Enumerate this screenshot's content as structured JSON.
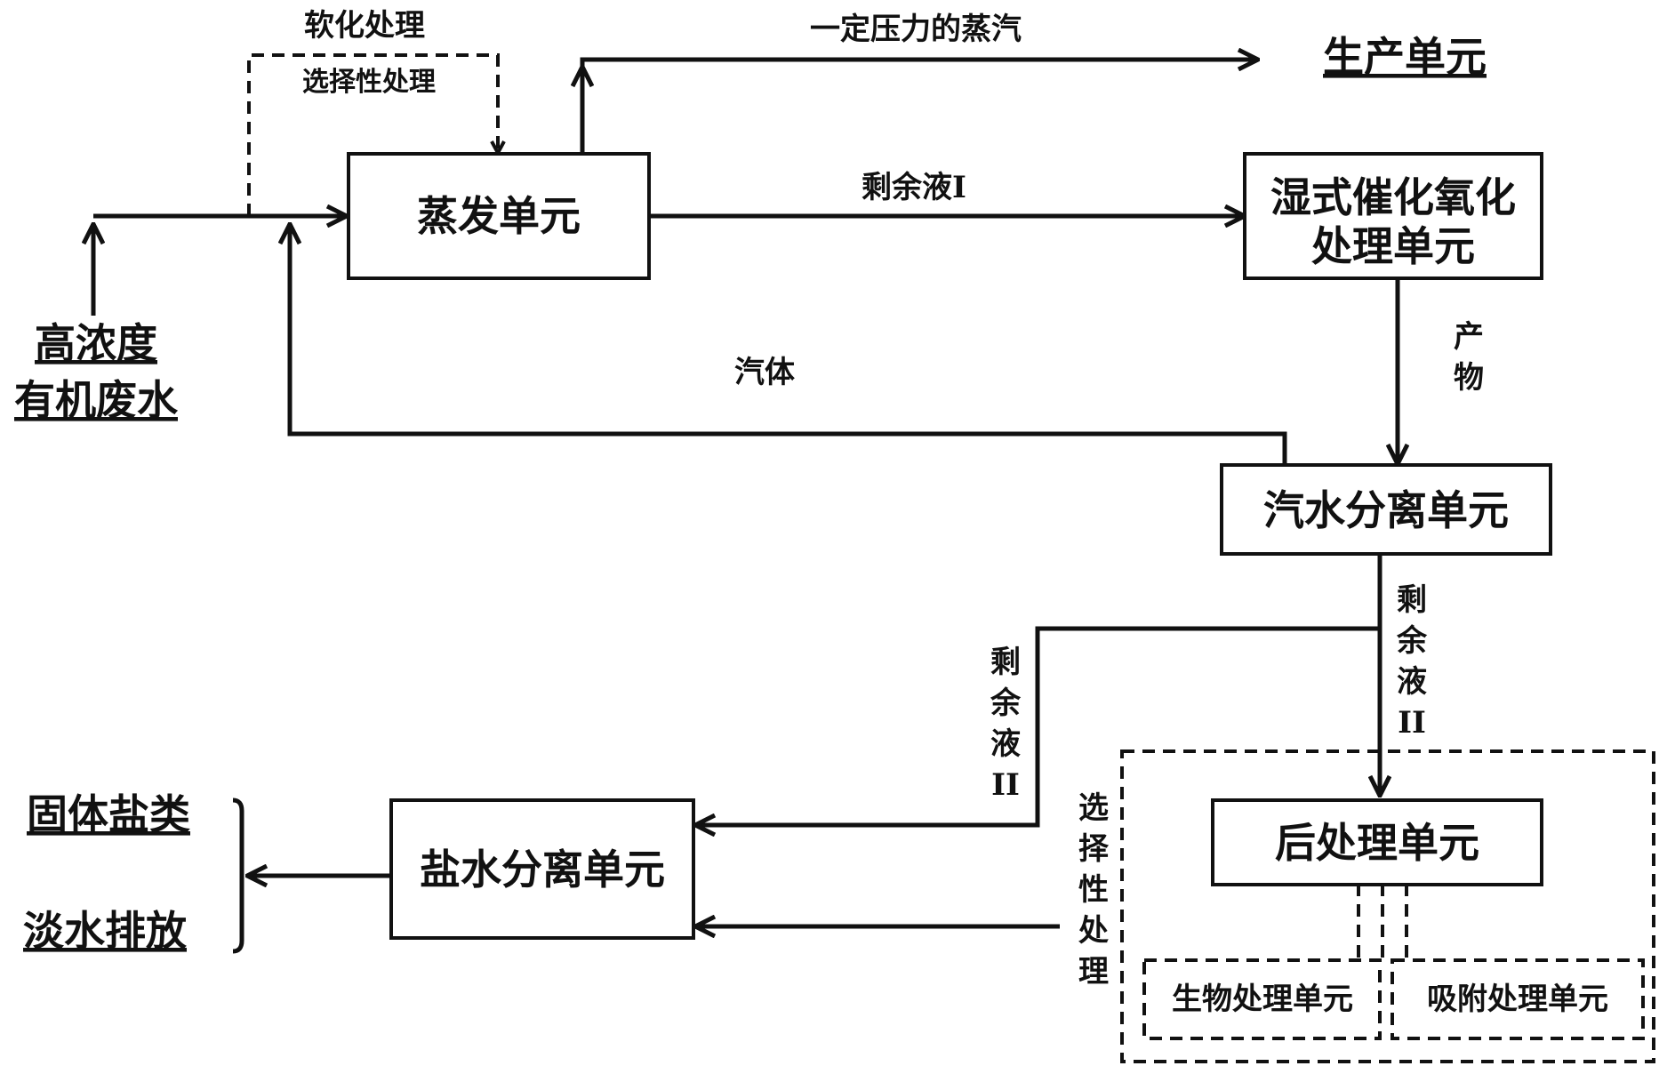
{
  "nodes": {
    "evaporation": "蒸发单元",
    "wet_catalytic": [
      "湿式催化氧化",
      "处理单元"
    ],
    "steam_water_separation": "汽水分离单元",
    "brine_separation": "盐水分离单元",
    "post_treatment": "后处理单元",
    "bio_treatment": "生物处理单元",
    "adsorption_treatment": "吸附处理单元"
  },
  "terminals": {
    "input": [
      "高浓度",
      "有机废水"
    ],
    "production": "生产单元",
    "solid_salt": "固体盐类",
    "freshwater": "淡水排放"
  },
  "labels": {
    "softening": "软化处理",
    "selective_top": "选择性处理",
    "pressure_steam": "一定压力的蒸汽",
    "residual_1": "剩余液I",
    "gas": "汽体",
    "product": [
      "产",
      "物"
    ],
    "residual_2_right": [
      "剩",
      "余",
      "液",
      "II"
    ],
    "residual_2_left": [
      "剩",
      "余",
      "液",
      "II"
    ],
    "selective_bottom": [
      "选",
      "择",
      "性",
      "处",
      "理"
    ]
  }
}
